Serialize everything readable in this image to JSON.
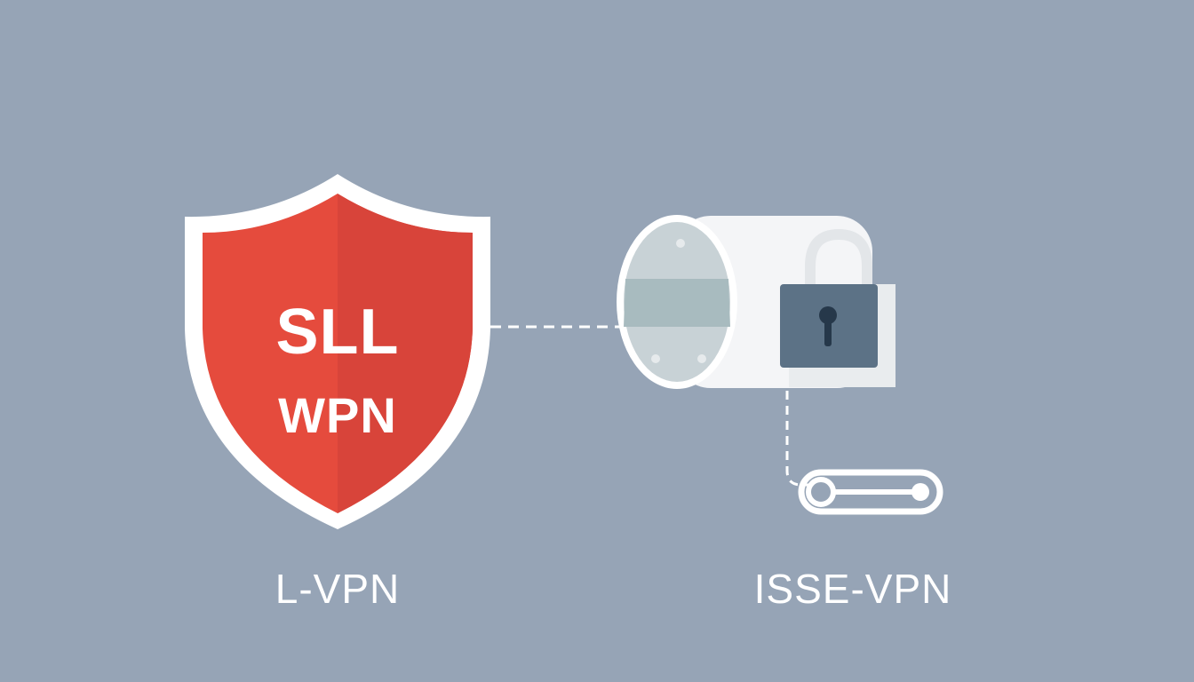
{
  "shield": {
    "line1": "SLL",
    "line2": "WPN"
  },
  "captions": {
    "left": "L-VPN",
    "right": "ISSE-VPN"
  },
  "icons": [
    "shield-icon",
    "tunnel-icon",
    "padlock-icon",
    "keyhole-icon",
    "safety-pin-icon"
  ],
  "colors": {
    "background": "#96a4b6",
    "shield_red": "#e24a3c",
    "shield_red_dark": "#d24236",
    "padlock": "#5d7386",
    "tunnel": "#f2f3f5"
  }
}
